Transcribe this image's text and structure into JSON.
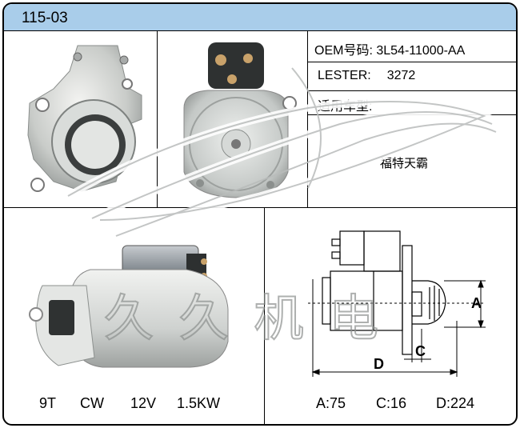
{
  "header": {
    "code": "115-03"
  },
  "specs": {
    "oem_label": "OEM号码",
    "oem_sep": ":",
    "oem_value": "3L54-11000-AA",
    "lester_label": "LESTER",
    "lester_sep": ":",
    "lester_value": "3272",
    "fit_label": "适用车型",
    "fit_sep": ":",
    "fit_value": "福特天霸"
  },
  "electrical": {
    "teeth": "9T",
    "rotation": "CW",
    "voltage": "12V",
    "power": "1.5KW"
  },
  "dimensions": {
    "label_a": "A",
    "label_c": "C",
    "label_d": "D",
    "a": "A:75",
    "c": "C:16",
    "d": "D:224"
  },
  "watermark": {
    "text": "久 久 机 电"
  },
  "colors": {
    "header_bg": "#a9cdea",
    "border": "#000000"
  }
}
